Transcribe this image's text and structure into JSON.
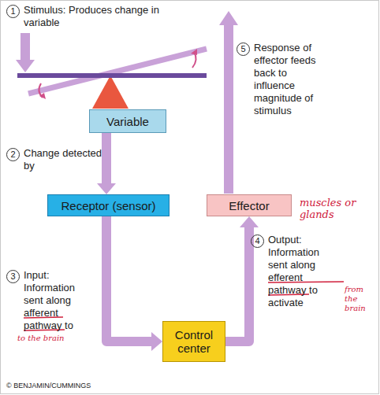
{
  "diagram": {
    "nodes": [
      {
        "text": [
          "Variable"
        ]
      },
      {
        "text": [
          "Receptor (sensor)"
        ]
      },
      {
        "text": [
          "Effector"
        ]
      },
      {
        "text": [
          "Control center"
        ]
      }
    ],
    "edges": [
      {
        "from": 0,
        "to": 1,
        "arrow": "to",
        "label": "Change detected by"
      },
      {
        "from": 1,
        "to": 3,
        "arrow": "to",
        "label": "Input: Information sent along afferent pathway to"
      },
      {
        "from": 3,
        "to": 2,
        "arrow": "to",
        "label": "Output: Information sent along efferent pathway to activate"
      }
    ],
    "labels": [
      "1",
      "Stimulus: Produces change in variable",
      "5",
      "Response of effector feeds back to influence magnitude of stimulus",
      "2",
      "muscles or glands",
      "3",
      "4",
      "to the brain",
      "from the brain",
      "© BENJAMIN/CUMMINGS"
    ]
  }
}
